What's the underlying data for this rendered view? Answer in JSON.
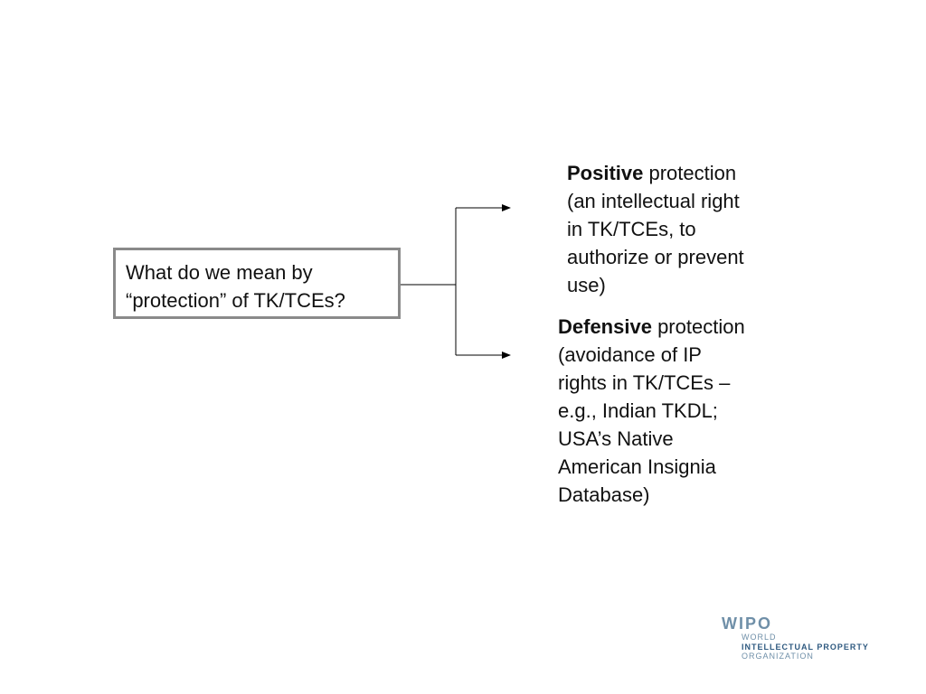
{
  "question": {
    "line1": "What do we mean by",
    "line2": "“protection” of TK/TCEs?"
  },
  "positive": {
    "term": "Positive",
    "line1_rest": " protection",
    "line2": "(an intellectual right",
    "line3": "in TK/TCEs, to",
    "line4": "authorize or prevent",
    "line5": "use)"
  },
  "defensive": {
    "term": "Defensive",
    "line1_rest": " protection",
    "line2": "(avoidance of IP",
    "line3": "rights in TK/TCEs –",
    "line4": "e.g., Indian TKDL;",
    "line5": "USA’s Native",
    "line6": "American Insignia",
    "line7": "Database)"
  },
  "logo": {
    "acronym": "WIPO",
    "line1": "WORLD",
    "line2": "INTELLECTUAL PROPERTY",
    "line3": "ORGANIZATION"
  },
  "colors": {
    "box_border": "#8a8a8a",
    "connector": "#000000",
    "logo_light": "#6f8fa8",
    "logo_dark": "#2f5a80"
  }
}
